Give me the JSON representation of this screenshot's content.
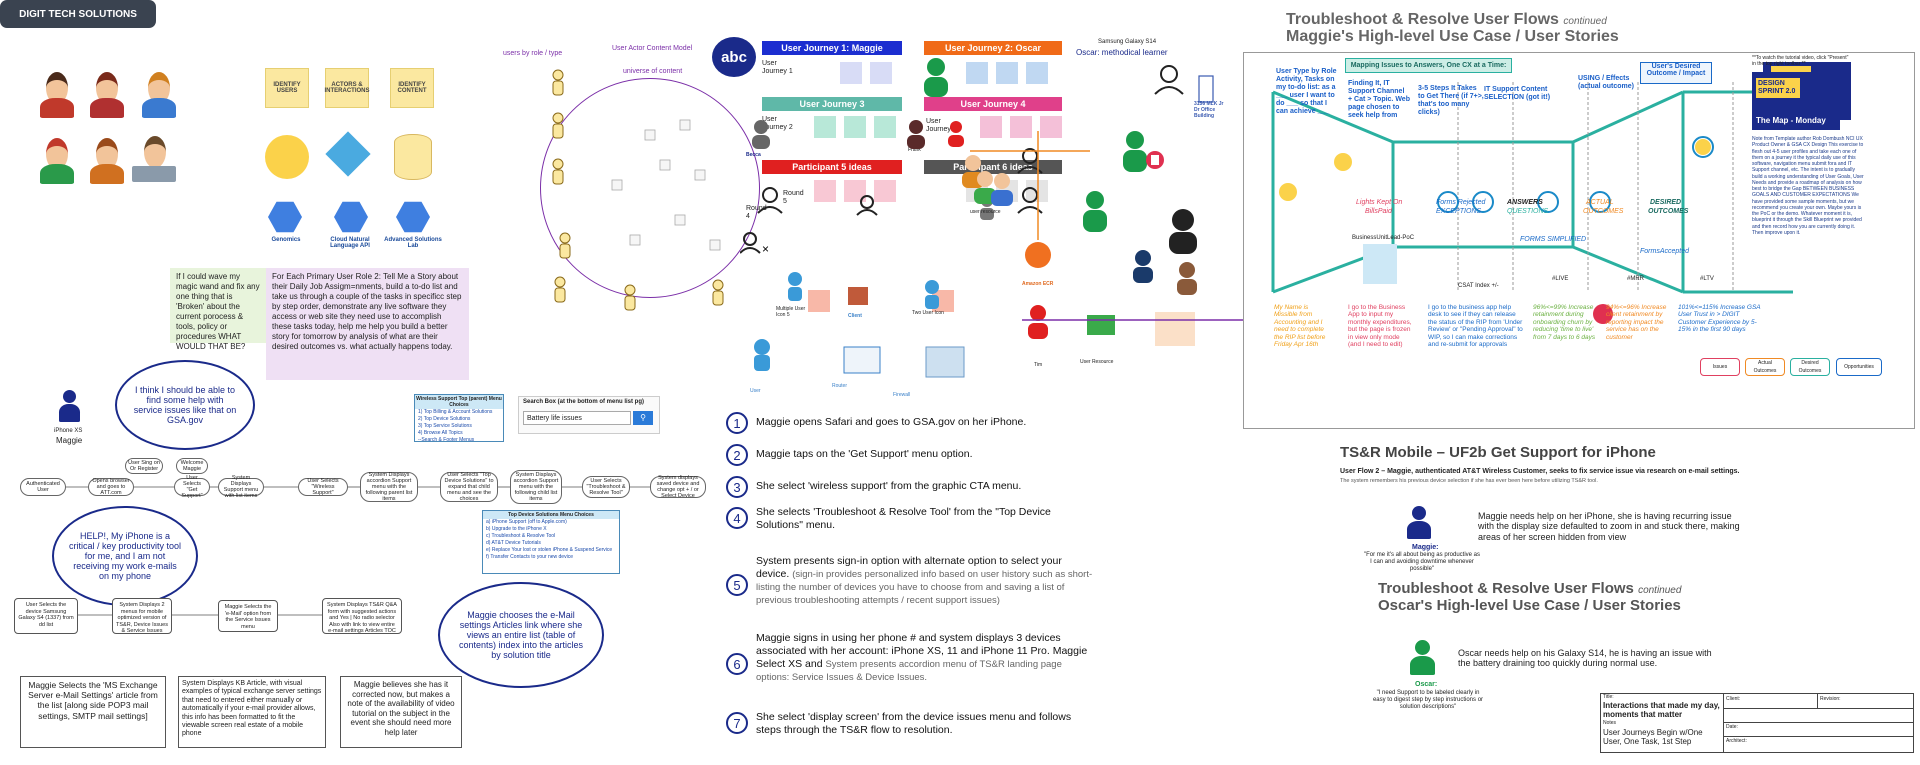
{
  "brand": "DIGIT TECH SOLUTIONS",
  "stickies": [
    "IDENTIFY USERS",
    "ACTORS & INTERACTIONS",
    "IDENTIFY CONTENT"
  ],
  "icons": [
    {
      "name": "Genomics"
    },
    {
      "name": "Cloud Natural Language API"
    },
    {
      "name": "Advanced Solutions Lab"
    }
  ],
  "labels": {
    "users_by_role": "users by role / type",
    "actor_model": "User Actor Content Model",
    "universe": "universe of content"
  },
  "notes": {
    "wand": "If I could wave my magic wand and fix any one thing that is 'Broken' about the current porocess & tools, policy or procedures WHAT WOULD THAT BE?",
    "story": "For Each Primary User Role 2: Tell Me a Story about their Daily Job Assigm=nments, build a to-do list and take us through a couple of the tasks in specificc step by step order, demonstrate any live software they access or web site they need use to accomplish these tasks today, help me help you build a better story for tomorrow by analysis of what are their desired outcomes vs. what actually happens today."
  },
  "clouds": {
    "c1": "I think I should be able to find some help with service issues like that on GSA.gov",
    "c2": "HELP!, My iPhone is a critical / key productivity tool for me, and I am not receiving my work e-mails on my phone",
    "c3": "Maggie chooses the e-Mail settings Articles link where she views an entire list (table of contents) index into the articles by solution title"
  },
  "maggie": {
    "line1": "iPhone XS",
    "line2": "Maggie"
  },
  "flow_row1": [
    "Authenticated User",
    "Opens browser and goes to ATT.com",
    "Welcome Maggie",
    "User Selects \"Get Support\"",
    "System Displays Support menu with list items",
    "User Selects \"Wireless Support\"",
    "System Displays accordion Support menu with the following parent list items",
    "User Selects \"Top Device Solutions\" to expand that child menu and see the choices",
    "System Displays accordion Support menu with the following child list items",
    "User Selects \"Troubleshoot & Resolve Tool\"",
    "System displays saved device and change opt + / or Select Device"
  ],
  "flow_signin": "User Sing on Or Register",
  "flow_row2": [
    "User Selects the device Samsung Galaxy S4 (1337) from dd list",
    "System Displays 2 menus for mobile optimized version of TS&R, Device Issues & Service Issues",
    "Maggie Selects the 'e-Mail' option from the Service Issues menu",
    "System Displays TS&R Q&A form with suggested actions and Yes | No radio selector Also with link to view entire e-mail settings Articles TOC"
  ],
  "flow_row3": [
    "Maggie Selects the 'MS Exchange Server e-Mail Settings' article from the list [along side POP3 mail settings, SMTP mail settings]",
    "System Displays KB Article, with visual examples of typical exchange server settings that need to entered  either manually or automatically if your e-mail provider allows, this info has been formatted to fit the viewable screen real estate of a mobile phone",
    "Maggie believes she has it corrected now, but makes a note of the availability of video tutorial on the subject in the event she should need more help later"
  ],
  "menu_wireless": {
    "title": "Wireless Support Top (parent) Menu Choices",
    "items": [
      "1) Top Billing & Account Solutions",
      "2) Top Device Solutions",
      "3) Top Service Solutions",
      "4) Browse All Topics",
      "--Search & Footer Menus"
    ]
  },
  "search_box": {
    "title": "Search Box (at the bottom of menu list pg)",
    "value": "Battery life issues"
  },
  "menu_device": {
    "title": "Top Device Solutions Menu Choices",
    "items": [
      "a) iPhone Support (off to Apple.com)",
      "b) Upgrade to the iPhone X",
      "c) Troubleshoot & Resolve Tool",
      "d) AT&T Device Tutorials",
      "e) Replace Your lost or stolen iPhone & Suspend Service",
      "f) Transfer Contacts to your new device"
    ]
  },
  "journey": {
    "badge": "abc",
    "uj1": "User Journey 1: Maggie",
    "uj2": "User Journey 2: Oscar",
    "uj3": "User Journey 3",
    "uj4": "User Journey 4",
    "p5": "Participant 5 ideas",
    "p6": "Participant 6 ideas",
    "uj_label_1": "User Journey 1",
    "uj_label_2": "User Journey 2",
    "uj_label_4": "User Journey 4",
    "becca": "Becca",
    "frank": "Frank",
    "round4": "Round 4",
    "round5": "Round 5",
    "user_resource": "user resource",
    "amazon": "Amazon ECR",
    "tim": "Tim",
    "client": "Client",
    "two_user_icon": "Two User Icon",
    "multiple": "Multiple User Icon 5",
    "user": "User",
    "router": "Router",
    "firewall": "Firewall"
  },
  "samsung": {
    "model": "Samsung Galaxy S14",
    "caption": "Oscar: methodical learner"
  },
  "building": "3156 MLK Jr Dr Office Building",
  "user_resource2": "User Resource",
  "steps": [
    {
      "n": "1",
      "text": "Maggie opens Safari and goes to GSA.gov on her iPhone.",
      "sub": ""
    },
    {
      "n": "2",
      "text": "Maggie taps on the 'Get Support' menu option.",
      "sub": ""
    },
    {
      "n": "3",
      "text": "She select 'wireless support' from the graphic CTA menu.",
      "sub": ""
    },
    {
      "n": "4",
      "text": "She selects 'Troubleshoot & Resolve Tool' from the \"Top Device Solutions\" menu.",
      "sub": ""
    },
    {
      "n": "5",
      "text": "System presents sign-in option with alternate option to select your device.",
      "sub": "(sign-in provides personalized info based on user history such as short-listing the number of devices you have to choose from and saving a list of previous troubleshooting attempts / recent support issues)"
    },
    {
      "n": "6",
      "text": "Maggie signs in using her phone # and system displays 3 devices associated with her account: iPhone XS, 11 and iPhone 11 Pro.  Maggie Select XS and",
      "sub": "System presents accordion menu of TS&R landing page options: Service Issues & Device Issues."
    },
    {
      "n": "7",
      "text": "She select 'display screen' from the device issues menu and follows steps through the TS&R flow to resolution.",
      "sub": ""
    }
  ],
  "right": {
    "title1": "Troubleshoot & Resolve User Flows",
    "title1_cont": "continued",
    "title2": "Maggie's High-level Use Case / User Stories",
    "mapping": "Mapping Issues to Answers, One CX at a Time:",
    "desired_outcome": "User's Desired Outcome / Impact",
    "col_using": "USING / Effects (actual outcome)",
    "col_selection": "IT Support Content SELECTION (got it!)",
    "col_steps": "3-5 Steps It Takes to Get There (if 7+>, that's too many clicks)",
    "col_finding": "Finding It, IT Support Channel + Cat > Topic. Web page chosen to seek help from",
    "col_usertype": "User Type by Role Activity, Tasks on my to-do list: as a ___ user I want to do ___ so that I can achieve ___",
    "lane_labels": [
      "Lights Kept On",
      "Forms Rejected",
      "ANSWERS",
      "ACTUAL",
      "DESIRED"
    ],
    "lane_labels2": [
      "BillsPaid",
      "EXCEPTIONS",
      "QUESTIONS",
      "OUTCOMES",
      "OUTCOMES"
    ],
    "forms_simplified": "FORMS SIMPLIFIED",
    "forms_accepted": "FormsAccepted",
    "bottom_labels": [
      "#LIVE",
      "#MRR",
      "#LTV"
    ],
    "csat": "CSAT Index +/-",
    "business_unit": "BusinessUnitLead-PoC",
    "video_text": "The Map - Monday",
    "design_sprint": "DESIGN SPRINT 2.0",
    "video_note": "**To watch the tutorial video, click \"Present\" in the top right toolbar **",
    "side_note": "Note from Template author Rob Dombush NCI UX Product Owner & GSA CX Design This exercise to flesh out 4-5 user profiles and take each one of them on a journey it the typical daily use of this software, navigation menu submit fora and IT Support channel, etc. The intent is to gradually build a working understanding of User Goals, User Needs and provide a roadmap of analysis on how best to bridge the Gap BETWEEN BUSINESS GOALS AND CUSTOMER EXPECTATIONS We have provided some sample moments, but we recommend you create your own. Maybe yours is the PoC or the demo. Whatever moment it is, blueprint it through the Skill Blueprint we provided and then record how you are currently doing it. Then improve upon it.",
    "orange_notes": [
      "My Name is Missible from Accounting and I need to complete the RIP list before Friday Apr 16th",
      "96%<=99% Increase retainment during onboarding churn by reducing 'time to live' from 7 days to 6 days",
      "94%<=96% Increase client retainment by reporting impact the service has on the customer",
      "101%<=115% Increase GSA User Trust in > DIGIT Customer Experience by 5-15% in the first 90 days"
    ],
    "red_notes": [
      "I go to the Business App to input my monthly expenditures, but the page is frozen in view only mode (and I need to edit)"
    ],
    "blue_notes": [
      "I go to the business app help desk to see if they can release the status of the RIP from 'Under Review' or \"Pending Approval\" to WIP, so I can make corrections and re-submit for approvals"
    ],
    "mini_boxes": [
      "Issues",
      "Actual Outcomes",
      "Desired Outcomes",
      "Opportunities"
    ]
  },
  "mobile": {
    "title": "TS&R Mobile – UF2b Get Support for iPhone",
    "flow_line": "User Flow 2 – Maggie, authenticated AT&T Wireless Customer, seeks to fix service issue via research on e-mail settings.",
    "flow_sub": "The system remembers his previous device selection if she has ever been here before utilizing TS&R tool.",
    "maggie_text": "Maggie needs help on her iPhone, she is having recurring issue with the display size defaulted to zoom in and stuck there, making areas of her screen hidden from view",
    "maggie_name": "Maggie:",
    "maggie_quote": "\"For me it's all about being as productive as I can and avoiding downtime whenever possible\"",
    "title3": "Troubleshoot & Resolve User Flows",
    "title3_cont": "continued",
    "title4": "Oscar's High-level Use Case / User Stories",
    "oscar_text": "Oscar needs help on his Galaxy S14, he is having an issue with the battery draining too quickly during normal use.",
    "oscar_name": "Oscar:",
    "oscar_quote": "\"I need Support to be labeled clearly in easy to digest step by step instructions or solution descriptions\""
  },
  "title_block": {
    "title_label": "Title:",
    "title_value": "Interactions that made my day, moments that matter",
    "notes_label": "Notes",
    "notes_value": "User Journeys Begin w/One User, One Task, 1st Step",
    "client": "Client:",
    "revision": "Revision:",
    "date": "Date:",
    "architect": "Architect:"
  },
  "colors": {
    "navy": "#1a2a8a",
    "orange": "#f08a24",
    "teal": "#2ab0a0",
    "purple": "#7b2fa8"
  }
}
